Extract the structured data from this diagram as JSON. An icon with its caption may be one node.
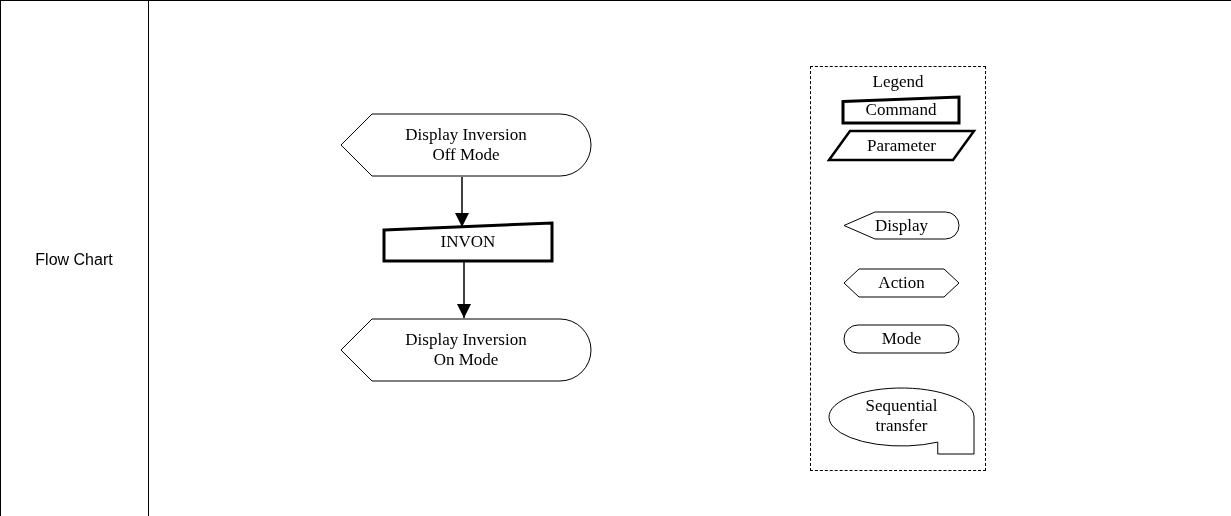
{
  "diagram": {
    "nodes": [
      {
        "text": [
          "Display Inversion Off Mode"
        ]
      },
      {
        "text": [
          "INVON"
        ]
      },
      {
        "text": [
          "Display Inversion On Mode"
        ]
      }
    ],
    "edges": [
      {
        "from": 0,
        "to": 1,
        "arrow": "to"
      },
      {
        "from": 1,
        "to": 2,
        "arrow": "to"
      }
    ],
    "labels": [
      "Flow Chart",
      "Legend"
    ],
    "legend": [
      {
        "text": "Command"
      },
      {
        "text": "Parameter"
      },
      {
        "text": "Display"
      },
      {
        "text": "Action"
      },
      {
        "text": "Mode"
      },
      {
        "text": "Sequential transfer"
      }
    ]
  }
}
